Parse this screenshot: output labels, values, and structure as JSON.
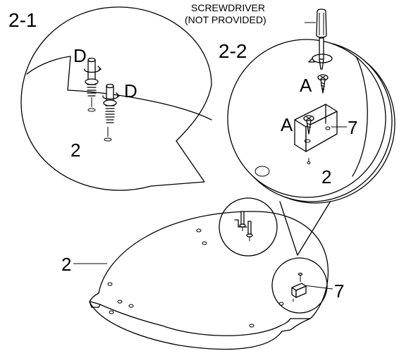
{
  "labels": {
    "step_2_1": "2-1",
    "step_2_2": "2-2",
    "tool_line1": "SCREWDRIVER",
    "tool_line2": "(NOT PROVIDED)",
    "part_d_top": "D",
    "part_d_bottom": "D",
    "part_a_top": "A",
    "part_a_bottom": "A",
    "part_7_detail": "7",
    "part_7_main": "7",
    "part_2_detail_1": "2",
    "part_2_detail_2": "2",
    "part_2_main": "2"
  },
  "icons": [
    "screwdriver-icon",
    "rotate-arrow-icon",
    "wood-screw-icon",
    "dowel-icon"
  ]
}
